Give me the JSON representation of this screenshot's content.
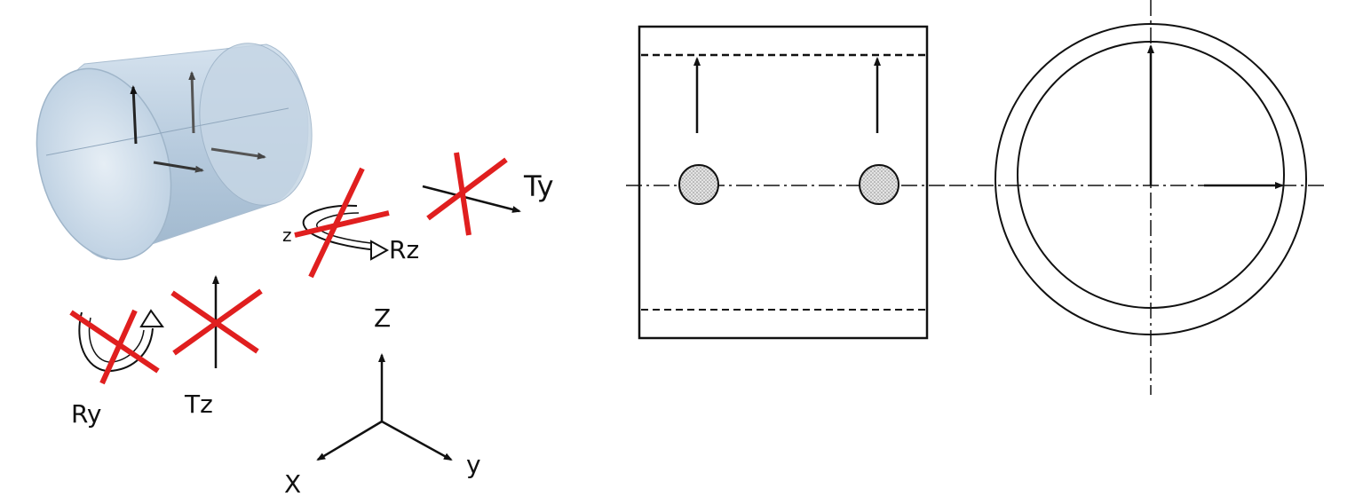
{
  "labels": {
    "ty": "Ty",
    "rz": "Rz",
    "rz_axis": "z",
    "ry": "Ry",
    "tz": "Tz",
    "axis_z": "Z",
    "axis_x": "X",
    "axis_y": "y"
  },
  "colors": {
    "cross": "#e01f1f",
    "ink": "#111111",
    "cylinder_fill": "#b9cde0",
    "cylinder_inner": "#d7e4ef",
    "pin_fill": "#cfcfcf"
  },
  "icons": {
    "constraint_cross": "red-x-mark",
    "rotation": "curved-arrow",
    "translation": "straight-arrow"
  }
}
